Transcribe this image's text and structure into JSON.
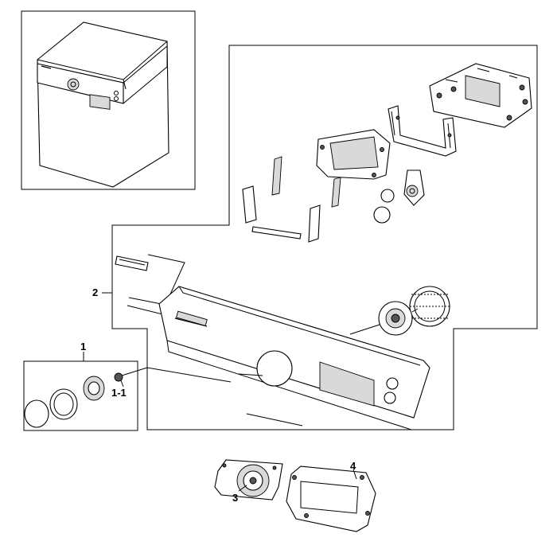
{
  "callouts": {
    "part_1": "1",
    "part_1_1": "1-1",
    "part_2": "2",
    "part_3": "3",
    "part_4": "4"
  },
  "colors": {
    "line": "#000000",
    "background": "#ffffff",
    "shade": "#d9d9d9"
  }
}
